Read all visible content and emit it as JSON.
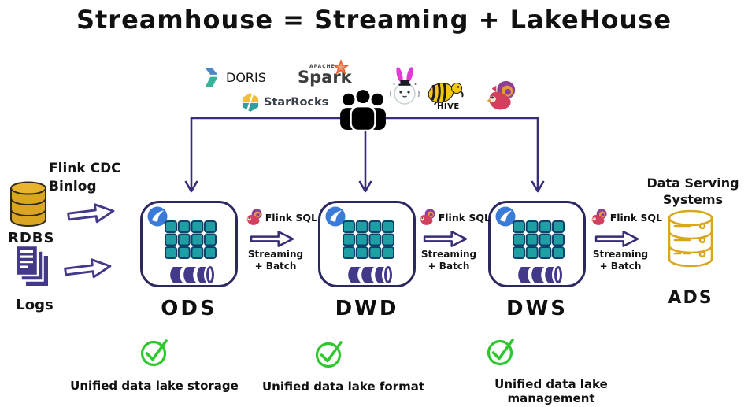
{
  "title": "Streamhouse = Streaming + LakeHouse",
  "consumers": {
    "doris": "DORIS",
    "spark_sub": "APACHE",
    "spark": "Spark",
    "starrocks": "StarRocks",
    "hive": "HIVE"
  },
  "sources": {
    "cdc_line1": "Flink CDC",
    "cdc_line2": "Binlog",
    "rdbs": "RDBS",
    "logs": "Logs"
  },
  "stages": [
    {
      "label": "ODS"
    },
    {
      "label": "DWD"
    },
    {
      "label": "DWS"
    }
  ],
  "connectors": [
    {
      "engine": "Flink SQL",
      "mode1": "Streaming",
      "mode2": "+ Batch"
    },
    {
      "engine": "Flink SQL",
      "mode1": "Streaming",
      "mode2": "+ Batch"
    },
    {
      "engine": "Flink SQL",
      "mode1": "Streaming",
      "mode2": "+ Batch"
    }
  ],
  "serving": {
    "line1": "Data Serving",
    "line2": "Systems",
    "label": "ADS"
  },
  "benefits": [
    {
      "label": "Unified data lake storage"
    },
    {
      "label": "Unified data lake format"
    },
    {
      "label": "Unified data lake management"
    }
  ],
  "icons": {
    "people": "user-group-silhouette",
    "paimon": "blue-circle-swoosh",
    "flink": "squirrel",
    "trino": "bunny",
    "hive": "bee",
    "rdbs": "gold-database-cylinder",
    "logs": "stacked-documents",
    "ads": "outlined-database",
    "check": "green-check-circle"
  },
  "colors": {
    "line": "#362e78",
    "cell": "#1d9fa4",
    "cell_border": "#11406b",
    "cylinder": "#42398a",
    "box_border": "#2b2860",
    "gold": "#dba524",
    "gold_outline": "#d9a61f",
    "green": "#2ec82e",
    "flink_red": "#d23f5f",
    "trino_pink": "#e637d8"
  }
}
